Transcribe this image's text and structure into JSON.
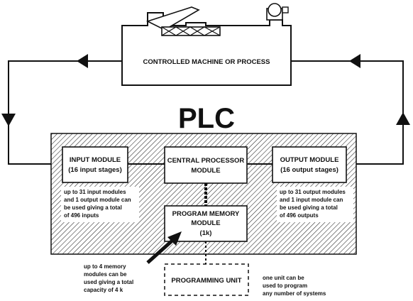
{
  "diagram": {
    "title": "PLC",
    "machine": {
      "label": "CONTROLLED MACHINE OR PROCESS"
    },
    "input_module": {
      "line1": "INPUT MODULE",
      "line2": "(16 input stages)"
    },
    "cpu_module": {
      "line1": "CENTRAL PROCESSOR",
      "line2": "MODULE"
    },
    "output_module": {
      "line1": "OUTPUT MODULE",
      "line2": "(16 output stages)"
    },
    "memory_module": {
      "line1": "PROGRAM MEMORY",
      "line2": "MODULE",
      "line3": "(1k)"
    },
    "programming_unit": {
      "label": "PROGRAMMING UNIT"
    },
    "input_note": [
      "up to 31 input modules",
      "and 1 output module can",
      "be used giving a total",
      "of 496 inputs"
    ],
    "output_note": [
      "up to 31 output modules",
      "and 1 input module can",
      "be used giving a total",
      "of 496 outputs"
    ],
    "memory_note": [
      "up to 4 memory",
      "modules can be",
      "used giving a total",
      "capacity of 4 k"
    ],
    "programming_note": [
      "one unit can be",
      "used to program",
      "any number of systems"
    ]
  }
}
